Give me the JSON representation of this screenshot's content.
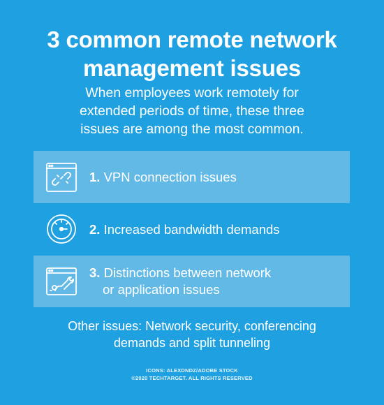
{
  "title_line1": "3 common remote network",
  "title_line2": "management issues",
  "subtitle_lines": [
    "When employees work remotely for",
    "extended periods of time, these three",
    "issues are among the most common."
  ],
  "issues": [
    {
      "number": "1.",
      "text_lines": [
        "VPN connection issues"
      ],
      "icon": "broken-link-window-icon"
    },
    {
      "number": "2.",
      "text_lines": [
        "Increased bandwidth demands"
      ],
      "icon": "speedometer-icon"
    },
    {
      "number": "3.",
      "text_lines": [
        "Distinctions between network",
        "or application issues"
      ],
      "icon": "wrench-window-icon"
    }
  ],
  "other_issues_lines": [
    "Other issues: Network security, conferencing",
    "demands and split tunneling"
  ],
  "credits": [
    "ICONS: ALEXDNDZ/ADOBE STOCK",
    "©2020 TECHTARGET. ALL RIGHTS RESERVED"
  ],
  "colors": {
    "background": "#1fa0e0",
    "row_highlight": "#63b9e6",
    "text": "#ffffff"
  }
}
